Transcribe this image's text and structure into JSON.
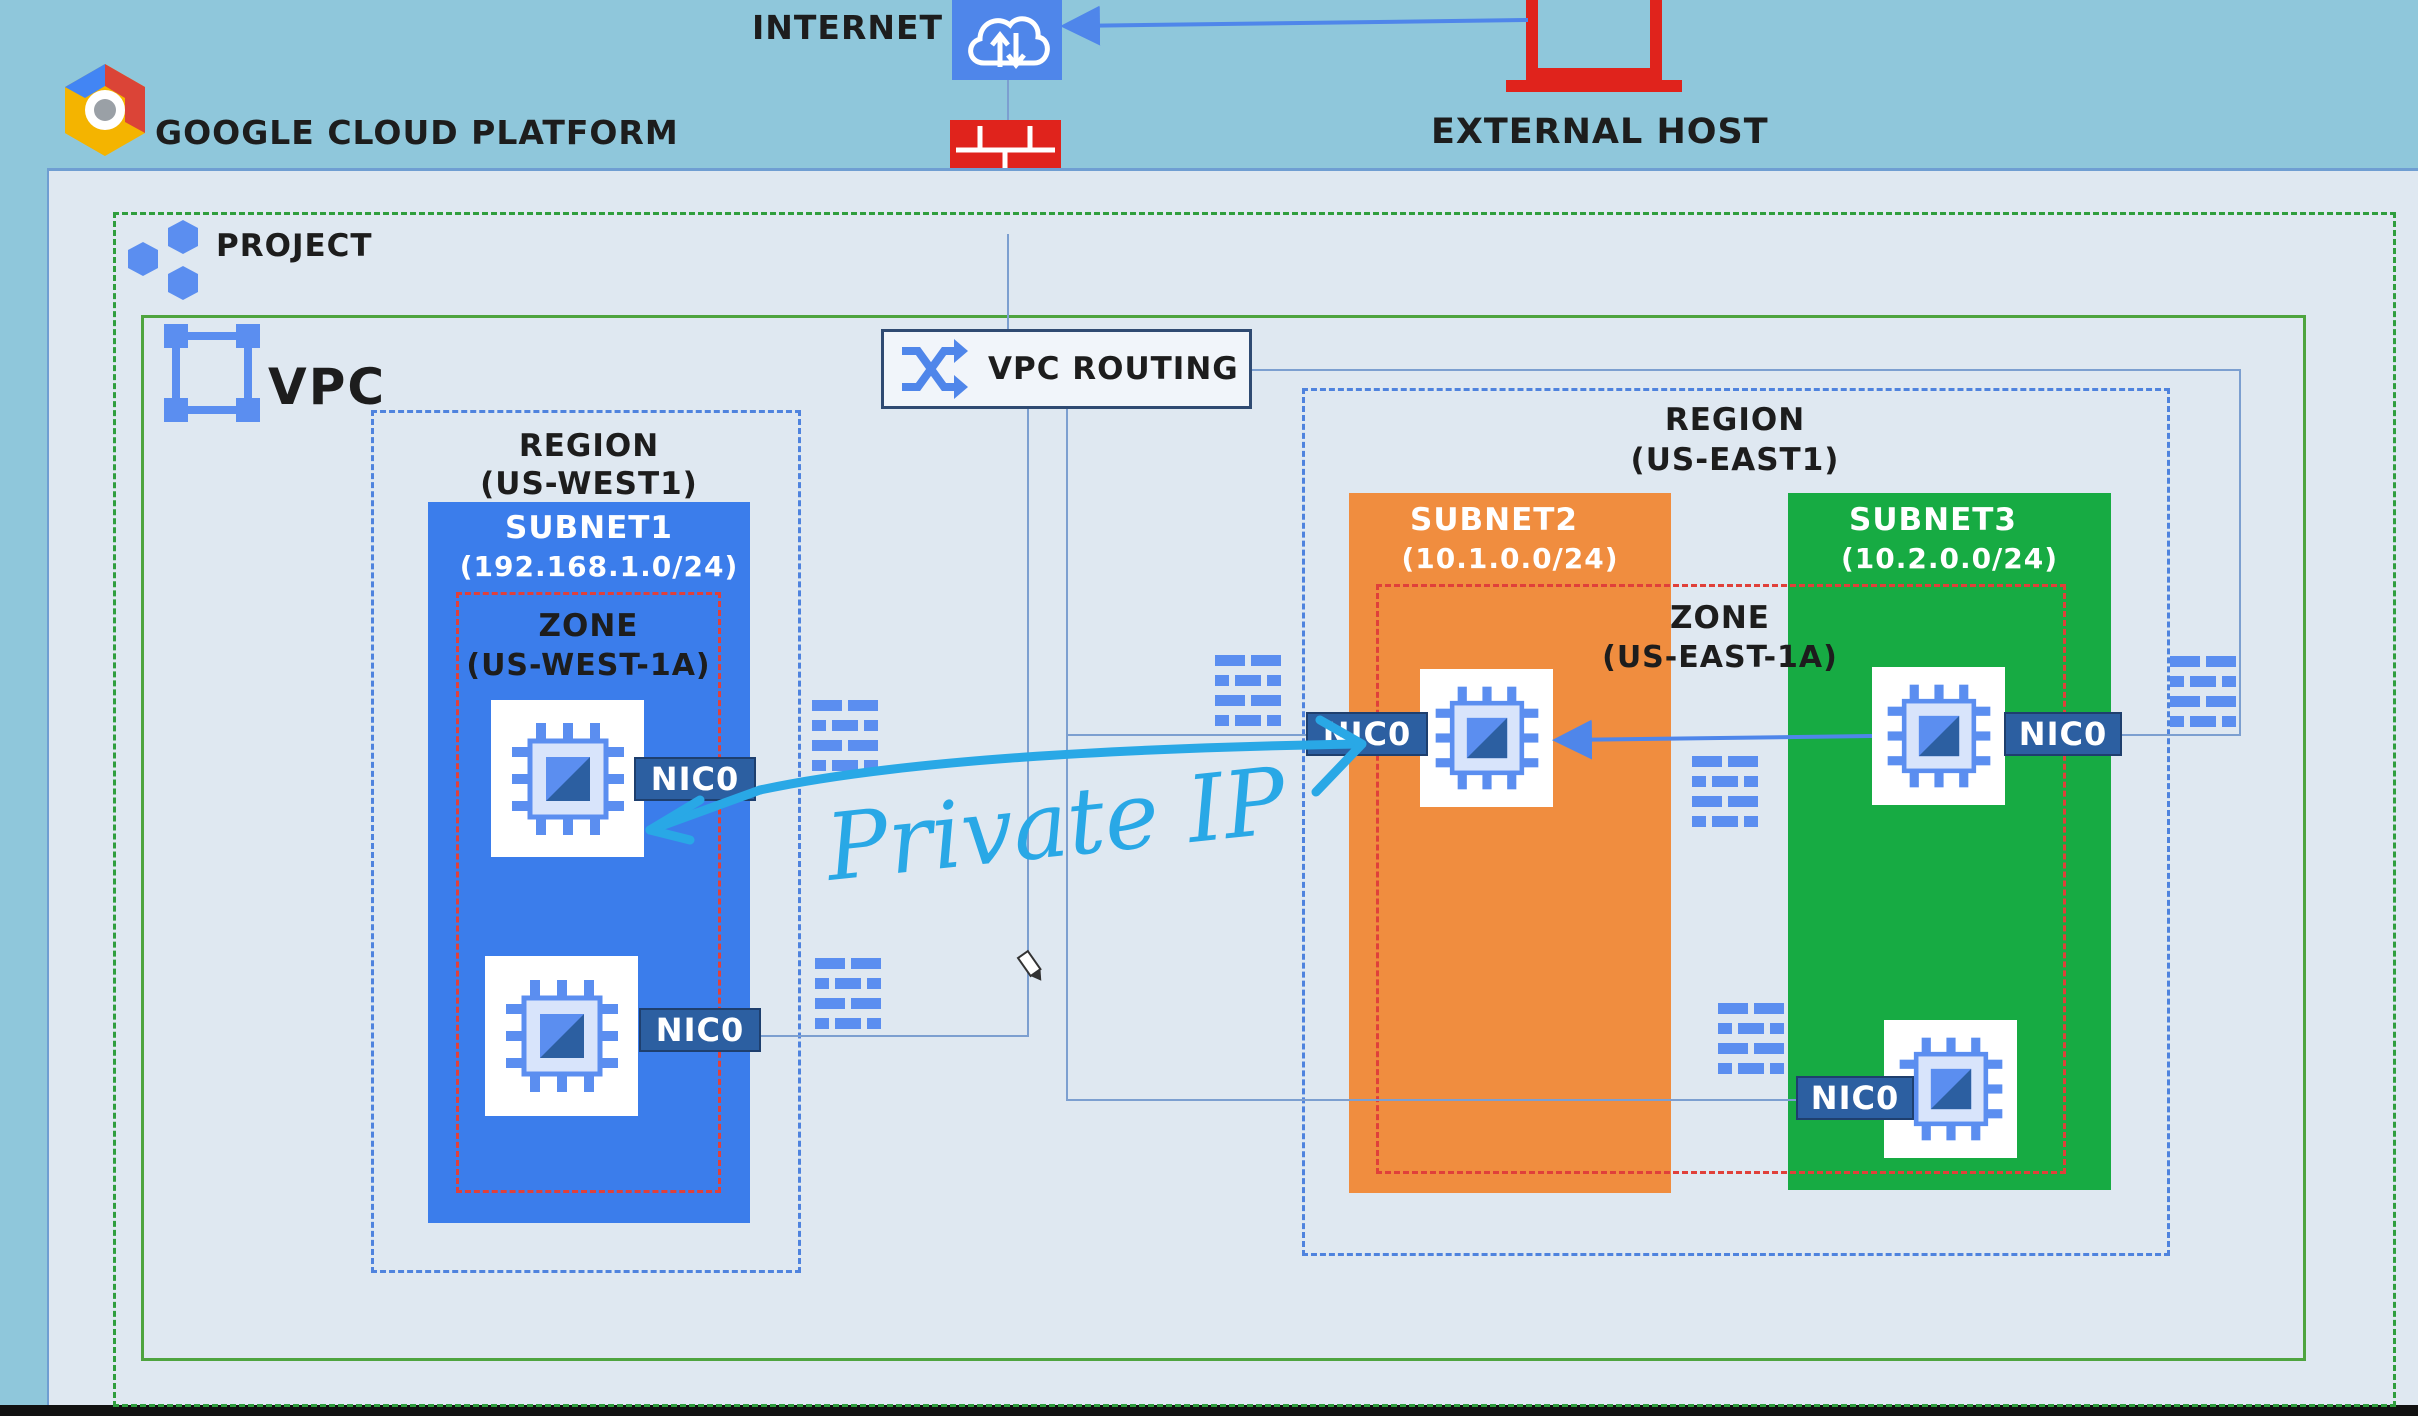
{
  "header": {
    "internet": "INTERNET",
    "external_host": "EXTERNAL HOST",
    "platform": "GOOGLE CLOUD PLATFORM"
  },
  "project": {
    "label": "PROJECT"
  },
  "vpc": {
    "label": "VPC",
    "routing": "VPC ROUTING"
  },
  "region_west": {
    "title": "REGION",
    "name": "(US-WEST1)",
    "subnet": {
      "name": "SUBNET1",
      "cidr": "(192.168.1.0/24)"
    },
    "zone": {
      "title": "ZONE",
      "name": "(US-WEST-1A)"
    },
    "nics": [
      "NIC0",
      "NIC0"
    ]
  },
  "region_east": {
    "title": "REGION",
    "name": "(US-EAST1)",
    "subnet2": {
      "name": "SUBNET2",
      "cidr": "(10.1.0.0/24)"
    },
    "subnet3": {
      "name": "SUBNET3",
      "cidr": "(10.2.0.0/24)"
    },
    "zone": {
      "title": "ZONE",
      "name": "(US-EAST-1A)"
    },
    "nics": [
      "NIC0",
      "NIC0",
      "NIC0"
    ]
  },
  "annotation": {
    "text": "Private IP",
    "color": "#29a8e6"
  },
  "colors": {
    "subnet1": "#3b7deb",
    "subnet2": "#f08d3f",
    "subnet3": "#17ab43",
    "firewall": "#e0231c",
    "nic": "#2c5fa1",
    "zone_border": "#e0403a",
    "region_border": "#4f83de",
    "project_border": "#2f9e3e"
  },
  "icons": [
    "internet-cloud-icon",
    "firewall-icon",
    "external-host-icon",
    "gcp-logo-icon",
    "project-icon",
    "vpc-icon",
    "routing-icon",
    "vm-chip-icon",
    "firewall-rule-icon",
    "cursor-icon"
  ]
}
